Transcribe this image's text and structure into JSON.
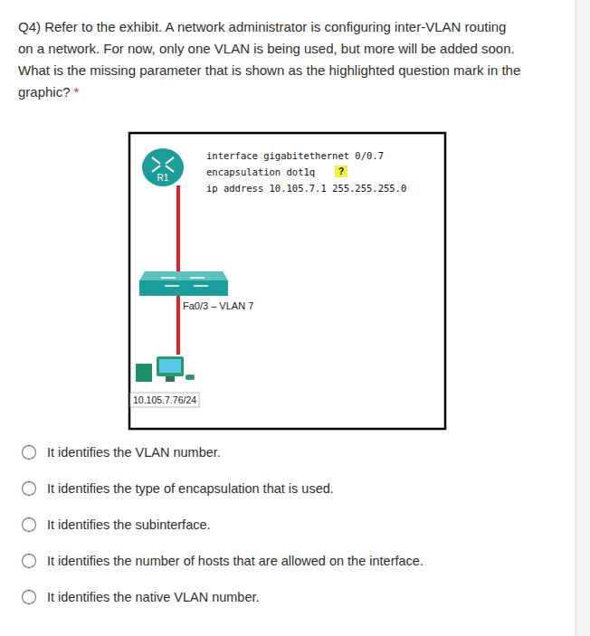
{
  "diagram": {
    "title": "Q4) Refer to the exhibit. A network administrator is configuring inter-VLAN routing on a network. For now, only one VLAN is being used, but more will be added soon. What is the missing parameter that is shown as the highlighted question mark in the graphic?",
    "nodes": [
      {
        "text": [
          "R1"
        ]
      }
    ],
    "labels": [
      "*",
      "interface gigabitethernet 0/0.7",
      "encapsulation dot1q",
      "?",
      "ip address 10.105.7.1 255.255.255.0",
      "Fa0/3 – VLAN 7",
      "10.105.7.76/24",
      "It identifies the VLAN number.",
      "It identifies the type of encapsulation that is used.",
      "It identifies the subinterface.",
      "It identifies the number of hosts that are allowed on the interface.",
      "It identifies the native VLAN number."
    ]
  }
}
